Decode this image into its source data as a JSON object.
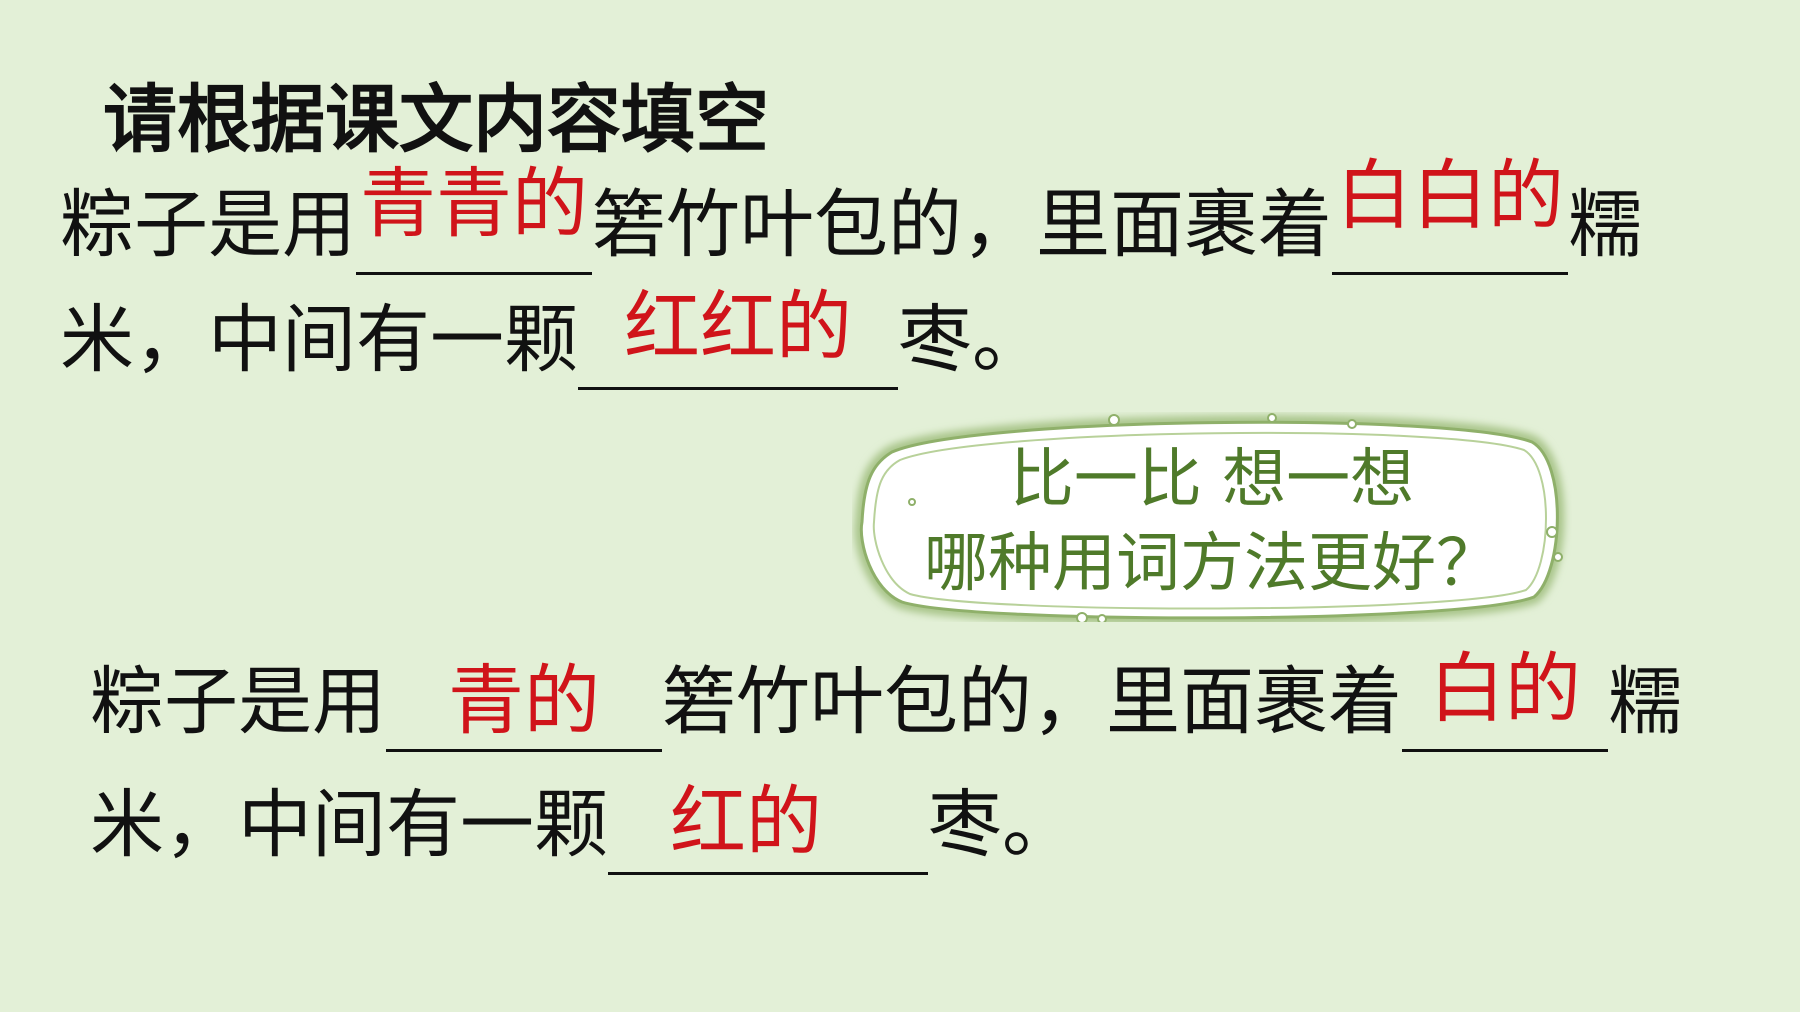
{
  "title": "请根据课文内容填空",
  "passage_a": {
    "line1": {
      "prefix": "粽子是用",
      "blank1": "青青的",
      "middle": "箬竹叶包的，里面裹着",
      "blank2": "白白的",
      "suffix": "糯"
    },
    "line2": {
      "prefix": "米，中间有一颗",
      "blank": "红红的",
      "suffix": "枣。"
    }
  },
  "bubble": {
    "line1": "比一比  想一想",
    "line2": "哪种用词方法更好？"
  },
  "passage_b": {
    "line1": {
      "prefix": "粽子是用",
      "blank1": "青的",
      "middle": "箬竹叶包的，里面裹着",
      "blank2": "白的",
      "suffix": "糯"
    },
    "line2": {
      "prefix": "米，中间有一颗",
      "blank": "红的",
      "suffix": "枣。"
    }
  },
  "colors": {
    "background": "#e3f0d7",
    "answer": "#d0141a",
    "bubble_text": "#4f7a2a",
    "bubble_border": "#8fb06a"
  }
}
